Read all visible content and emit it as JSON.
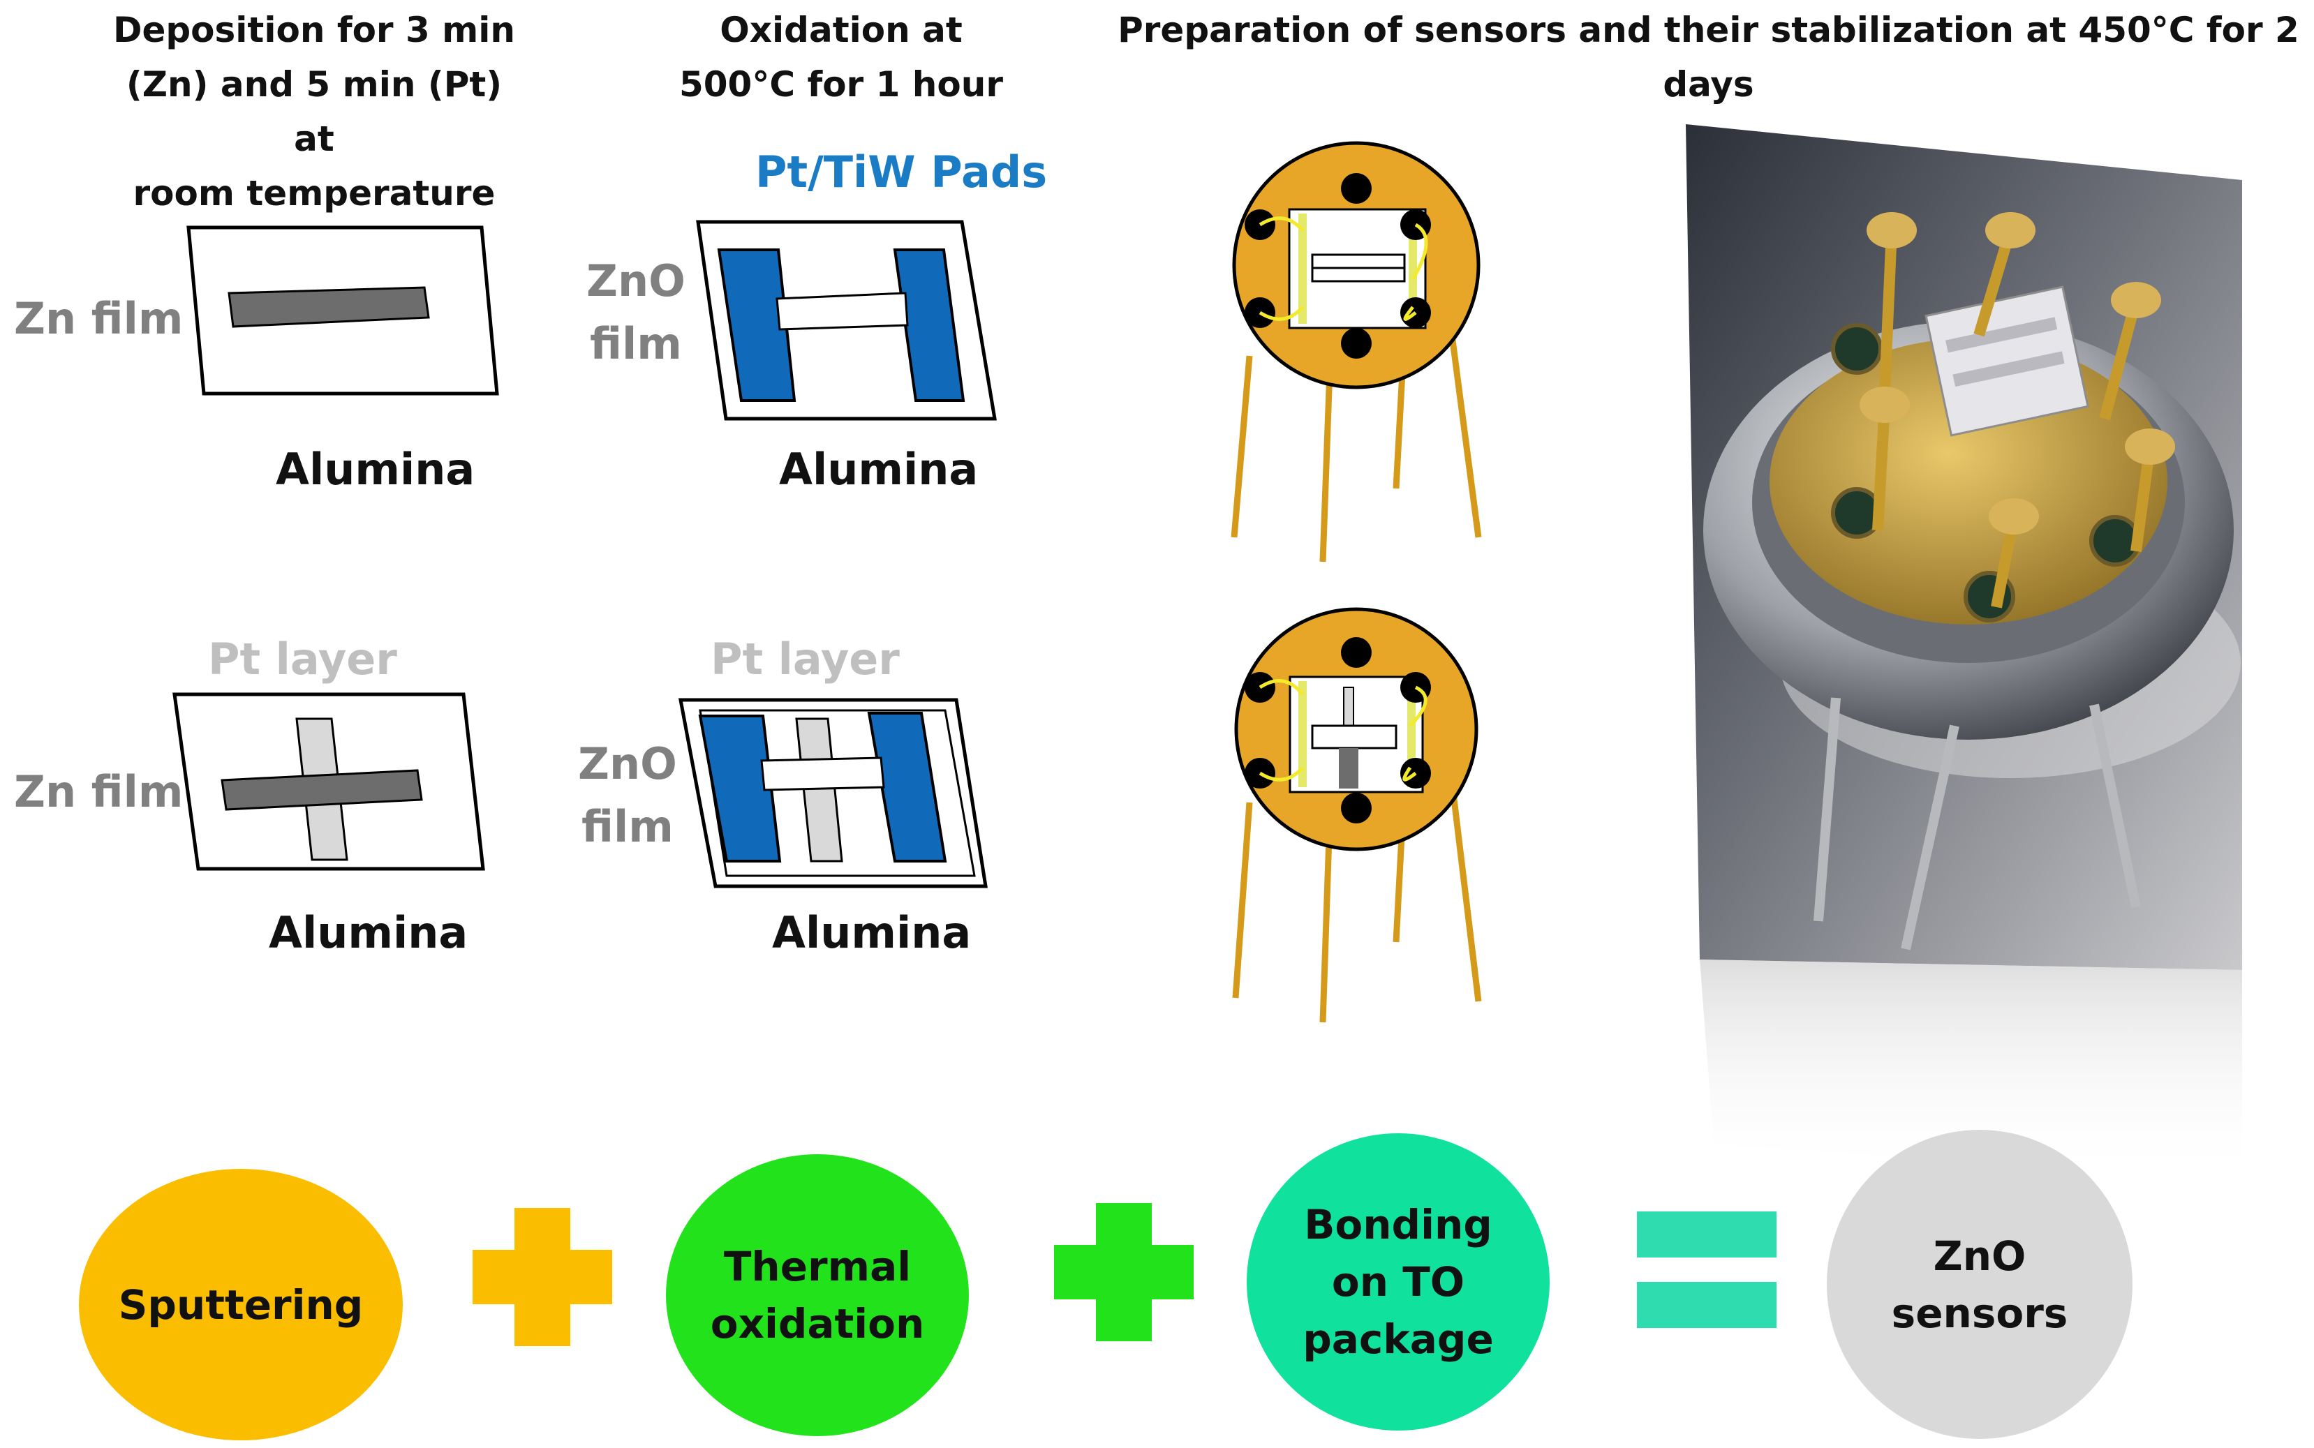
{
  "headers": {
    "deposition": "Deposition for 3 min\n(Zn) and 5 min (Pt) at\nroom temperature",
    "oxidation": "Oxidation at\n500°C for 1 hour",
    "preparation": "Preparation of sensors and their stabilization at 450°C for 2 days"
  },
  "labels": {
    "zn_film_top": "Zn film",
    "zn_film_bottom": "Zn film",
    "zno_film_top": "ZnO\nfilm",
    "zno_film_bottom": "ZnO\nfilm",
    "pt_tiw_pads": "Pt/TiW Pads",
    "pt_layer_left": "Pt layer",
    "pt_layer_right": "Pt layer",
    "alumina_1": "Alumina",
    "alumina_2": "Alumina",
    "alumina_3": "Alumina",
    "alumina_4": "Alumina"
  },
  "process": {
    "step1": "Sputtering",
    "step2": "Thermal\noxidation",
    "step3": "Bonding\non TO\npackage",
    "result": "ZnO\nsensors",
    "plus": "+",
    "equals": "="
  },
  "colors": {
    "sputtering": "#fbbd00",
    "oxidation": "#22e31b",
    "bonding": "#10e19d",
    "result": "#d9d9d9",
    "plus_orange": "#fbbd00",
    "plus_green": "#22e31b",
    "equals": "#2edcb0",
    "pad_blue": "#1169b9",
    "zn_gray": "#6d6d6d",
    "package_gold": "#e7a627"
  }
}
